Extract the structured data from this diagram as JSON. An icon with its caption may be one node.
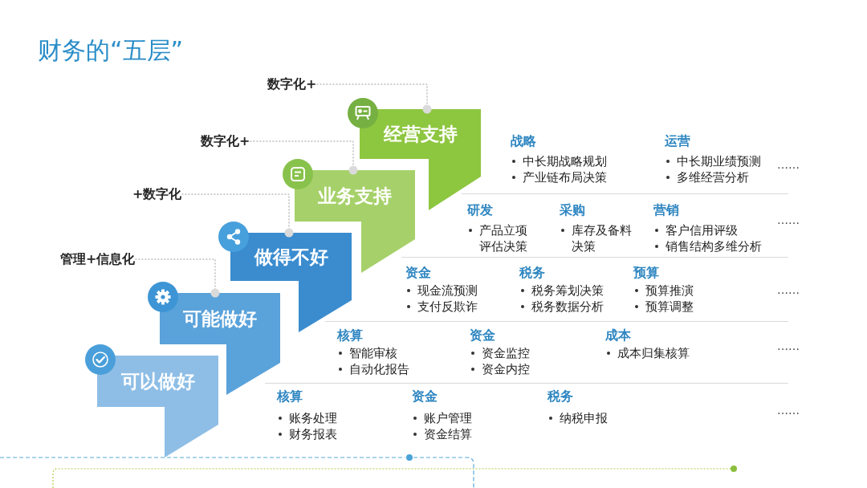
{
  "diagram": {
    "title": "财务的“五层”",
    "nodes": [
      {
        "text": [
          "数字化+"
        ]
      },
      {
        "text": [
          "经营支持"
        ]
      },
      {
        "text": [
          "数字化+"
        ]
      },
      {
        "text": [
          "业务支持"
        ]
      },
      {
        "text": [
          "+数字化"
        ]
      },
      {
        "text": [
          "做得不好"
        ]
      },
      {
        "text": [
          "管理+信息化"
        ]
      },
      {
        "text": [
          "可能做好"
        ]
      },
      {
        "text": [
          "可以做好"
        ]
      }
    ],
    "edges": [
      {
        "from": 0,
        "to": 1,
        "arrow": "other",
        "style": "dashed"
      },
      {
        "from": 2,
        "to": 3,
        "arrow": "other",
        "style": "dashed"
      },
      {
        "from": 4,
        "to": 5,
        "arrow": "other",
        "style": "dashed"
      },
      {
        "from": 6,
        "to": 7,
        "arrow": "other",
        "style": "dashed"
      }
    ],
    "labels": [
      "战略",
      "中长期战略规划",
      "产业链布局决策",
      "运营",
      "中长期业绩预测",
      "多维经营分析",
      "……",
      "研发",
      "产品立项评估决策",
      "采购",
      "库存及备料决策",
      "营销",
      "客户信用评级",
      "销售结构多维分析",
      "……",
      "资金",
      "现金流预测",
      "支付反欺诈",
      "税务",
      "税务筹划决策",
      "税务数据分析",
      "预算",
      "预算推演",
      "预算调整",
      "……",
      "核算",
      "智能审核",
      "自动化报告",
      "资金",
      "资金监控",
      "资金内控",
      "成本",
      "成本归集核算",
      "……",
      "核算",
      "账务处理",
      "财务报表",
      "资金",
      "账户管理",
      "资金结算",
      "税务",
      "纳税申报",
      "……"
    ]
  }
}
